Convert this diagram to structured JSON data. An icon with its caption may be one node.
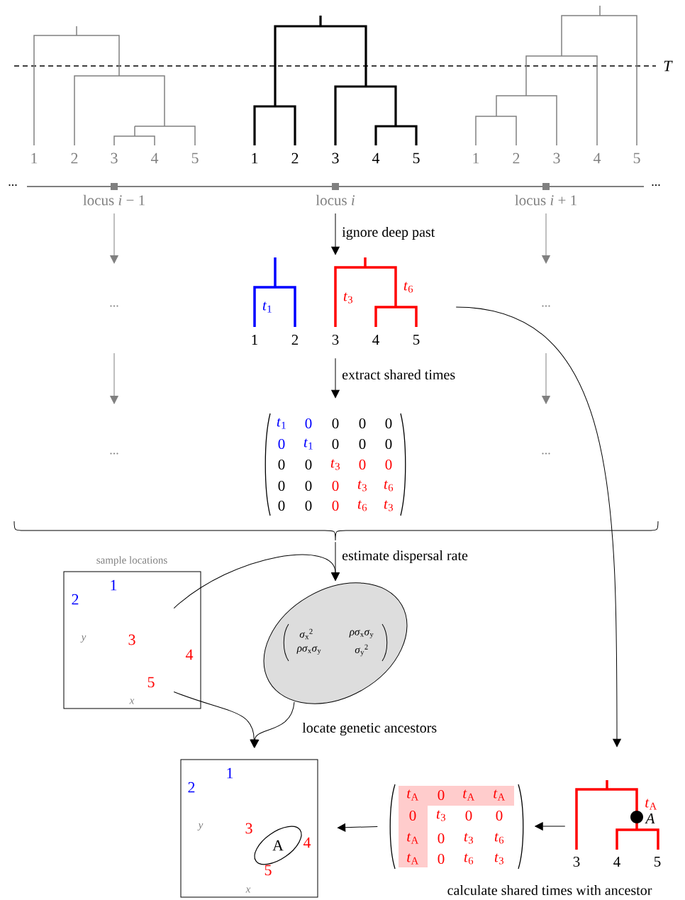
{
  "diagram": {
    "nodes": [
      {
        "text": [
          "1",
          "2",
          "3",
          "4",
          "5"
        ]
      },
      {
        "text": [
          "1",
          "2",
          "3",
          "4",
          "5"
        ]
      },
      {
        "text": [
          "1",
          "2",
          "3",
          "4",
          "5"
        ]
      },
      {
        "text": [
          "locus *i* − 1"
        ]
      },
      {
        "text": [
          "locus *i*"
        ]
      },
      {
        "text": [
          "locus *i* + 1"
        ]
      },
      {
        "text": [
          "..."
        ]
      },
      {
        "text": [
          "*t*$_{1}$",
          "*t*$_{3}$",
          "*t*$_{6}$",
          "1",
          "2",
          "3",
          "4",
          "5"
        ]
      },
      {
        "text": [
          "..."
        ]
      },
      {
        "text": [
          "..."
        ]
      },
      {
        "text": [
          "*t*$_{1}$",
          "0",
          "0",
          "0",
          "0",
          "0",
          "*t*$_{1}$",
          "0",
          "0",
          "0",
          "0",
          "0",
          "*t*$_{3}$",
          "0",
          "0",
          "0",
          "0",
          "0",
          "*t*$_{3}$",
          "*t*$_{6}$",
          "0",
          "0",
          "0",
          "*t*$_{6}$",
          "*t*$_{3}$"
        ]
      },
      {
        "text": [
          "..."
        ]
      },
      {
        "text": [
          "sample locations",
          "1",
          "2",
          "*y*",
          "3",
          "4",
          "5",
          "*x*"
        ]
      },
      {
        "text": [
          "*σ*$_{x}$$^{2}$",
          "*ρσ*$_{x}$*σ*$_{y}$",
          "*ρσ*$_{x}$*σ*$_{y}$",
          "*σ*$_{y}$$^{2}$"
        ]
      },
      {
        "text": [
          "1",
          "2",
          "*y*",
          "3",
          "4",
          "5",
          "*x*"
        ]
      },
      {
        "text": [
          "A"
        ],
        "in": 14
      },
      {
        "text": [
          "*t*$_{A}$",
          "0",
          "*t*$_{A}$",
          "*t*$_{A}$",
          "0",
          "*t*$_{3}$",
          "0",
          "0",
          "*t*$_{A}$",
          "0",
          "*t*$_{3}$",
          "*t*$_{6}$",
          "*t*$_{A}$",
          "0",
          "*t*$_{6}$",
          "*t*$_{3}$"
        ]
      },
      {
        "text": [
          "*t*$_{A}$",
          "*A*",
          "3",
          "4",
          "5"
        ]
      }
    ],
    "edges": [
      {
        "from": 3,
        "to": 6,
        "arrow": "to",
        "color": "#808080"
      },
      {
        "from": 4,
        "to": 7,
        "arrow": "to",
        "label": "ignore deep past"
      },
      {
        "from": 5,
        "to": 8,
        "arrow": "to",
        "color": "#808080"
      },
      {
        "from": 6,
        "to": 9,
        "arrow": "to",
        "color": "#808080"
      },
      {
        "from": 7,
        "to": 10,
        "arrow": "to",
        "label": "extract shared times"
      },
      {
        "from": 8,
        "to": 11,
        "arrow": "to",
        "color": "#808080"
      },
      {
        "from": 10,
        "to": 13,
        "arrow": "to",
        "label": "estimate dispersal rate"
      },
      {
        "from": 12,
        "to": 13,
        "arrow": "to"
      },
      {
        "from": 13,
        "to": 14,
        "arrow": "to",
        "label": "locate genetic ancestors"
      },
      {
        "from": 12,
        "to": 14,
        "arrow": "to"
      },
      {
        "from": 7,
        "to": 17,
        "arrow": "to"
      },
      {
        "from": 17,
        "to": 16,
        "arrow": "to"
      },
      {
        "from": 16,
        "to": 14,
        "arrow": "to"
      }
    ],
    "labels": [
      "*T*",
      "...",
      "...",
      "calculate shared times with ancestor"
    ]
  }
}
